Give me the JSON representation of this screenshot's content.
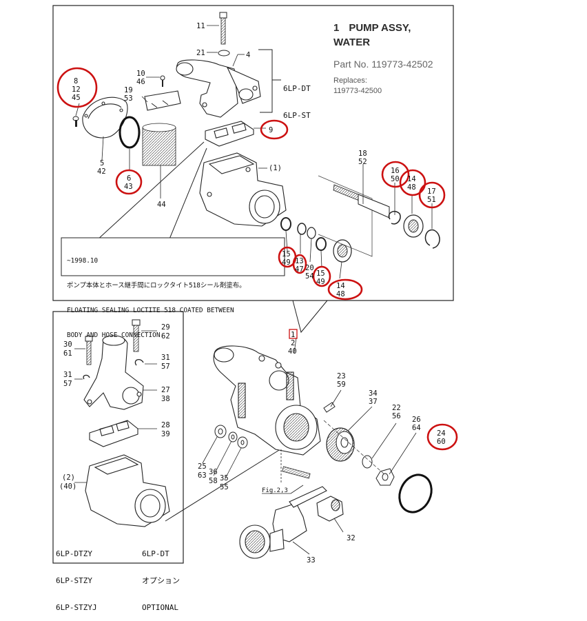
{
  "header": {
    "item_number": "1",
    "title_line1": "PUMP ASSY,",
    "title_line2": "WATER",
    "part_no": "Part No. 119773-42502",
    "replaces_label": "Replaces:",
    "replaces_value": "119773-42500"
  },
  "note": {
    "line1": "~1998.10",
    "line2": "ポンプ本体とホース継手間にロックタイト518シール剤塗布。",
    "line3": "FLOATING SEALING LOCTITE 518 COATED BETWEEN",
    "line4": "BODY AND HOSE CONNECTION."
  },
  "models": {
    "upper_1": "6LP-DT",
    "upper_2": "6LP-ST",
    "inset_1": "6LP-DTZY",
    "inset_2": "6LP-STZY",
    "inset_3": "6LP-STZYJ",
    "option_model": "6LP-DT",
    "option_jp": "オプション",
    "option_en": "OPTIONAL"
  },
  "fig_ref": "Fig.2,3",
  "callouts": {
    "c11": "11",
    "c21": "21",
    "c4": "4",
    "c8": "8",
    "c12": "12",
    "c45": "45",
    "c10": "10",
    "c46": "46",
    "c19": "19",
    "c53": "53",
    "c9": "9",
    "c5": "5",
    "c42": "42",
    "c6": "6",
    "c43": "43",
    "c44": "44",
    "c1p": "(1)",
    "c18": "18",
    "c52": "52",
    "c16": "16",
    "c50": "50",
    "c14a": "14",
    "c48a": "48",
    "c17": "17",
    "c51": "51",
    "c15a": "15",
    "c49a": "49",
    "c13": "13",
    "c47": "47",
    "c20": "20",
    "c54": "54",
    "c15b": "15",
    "c49b": "49",
    "c14b": "14",
    "c48b": "48",
    "c1": "1",
    "c2": "2",
    "c40": "40",
    "c29": "29",
    "c62": "62",
    "c30": "30",
    "c61": "61",
    "c31a": "31",
    "c57a": "57",
    "c31b": "31",
    "c57b": "57",
    "c27": "27",
    "c38": "38",
    "c28": "28",
    "c39": "39",
    "c2p": "(2)",
    "c40p": "(40)",
    "c23": "23",
    "c59": "59",
    "c34": "34",
    "c37": "37",
    "c22": "22",
    "c56": "56",
    "c26": "26",
    "c64": "64",
    "c24": "24",
    "c60": "60",
    "c25": "25",
    "c63": "63",
    "c36": "36",
    "c58": "58",
    "c35": "35",
    "c55": "55",
    "c32": "32",
    "c33": "33"
  }
}
